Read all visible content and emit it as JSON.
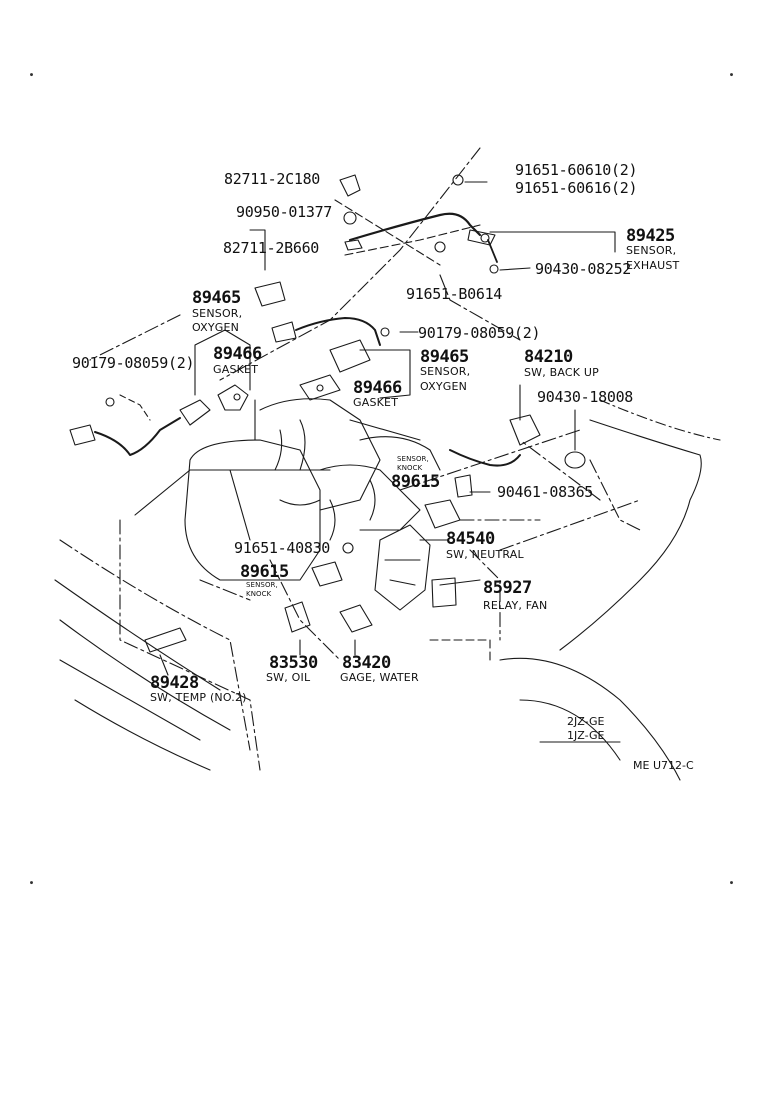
{
  "parts": {
    "p82711_2c180": "82711-2C180",
    "p90950_01377": "90950-01377",
    "p82711_2b660": "82711-2B660",
    "p91651_60610": "91651-60610(2)",
    "p91651_60616": "91651-60616(2)",
    "p89425": "89425",
    "p89425_desc1": "SENSOR,",
    "p89425_desc2": "EXHAUST",
    "p90430_08252": "90430-08252",
    "p91651_b0614": "91651-B0614",
    "p89465_left": "89465",
    "p89465_left_desc1": "SENSOR,",
    "p89465_left_desc2": "OXYGEN",
    "p90179_left": "90179-08059(2)",
    "p89466_left": "89466",
    "p89466_left_desc": "GASKET",
    "p90179_right": "90179-08059(2)",
    "p89465_right": "89465",
    "p89465_right_desc1": "SENSOR,",
    "p89465_right_desc2": "OXYGEN",
    "p89466_right": "89466",
    "p89466_right_desc": "GASKET",
    "p84210": "84210",
    "p84210_desc": "SW, BACK UP",
    "p90430_18008": "90430-18008",
    "p89615_top": "89615",
    "p89615_top_desc1": "SENSOR,",
    "p89615_top_desc2": "KNOCK",
    "p90461_08365": "90461-08365",
    "p91651_40830": "91651-40830",
    "p84540": "84540",
    "p84540_desc": "SW, NEUTRAL",
    "p89615_bot": "89615",
    "p89615_bot_desc1": "SENSOR,",
    "p89615_bot_desc2": "KNOCK",
    "p85927": "85927",
    "p85927_desc": "RELAY, FAN",
    "p89428": "89428",
    "p89428_desc": "SW, TEMP (NO.2)",
    "p83530": "83530",
    "p83530_desc": "SW, OIL",
    "p83420": "83420",
    "p83420_desc": "GAGE, WATER"
  },
  "engines": {
    "e1": "2JZ-GE",
    "e2": "1JZ-GE"
  },
  "drawing_code": "ME  U712-C"
}
